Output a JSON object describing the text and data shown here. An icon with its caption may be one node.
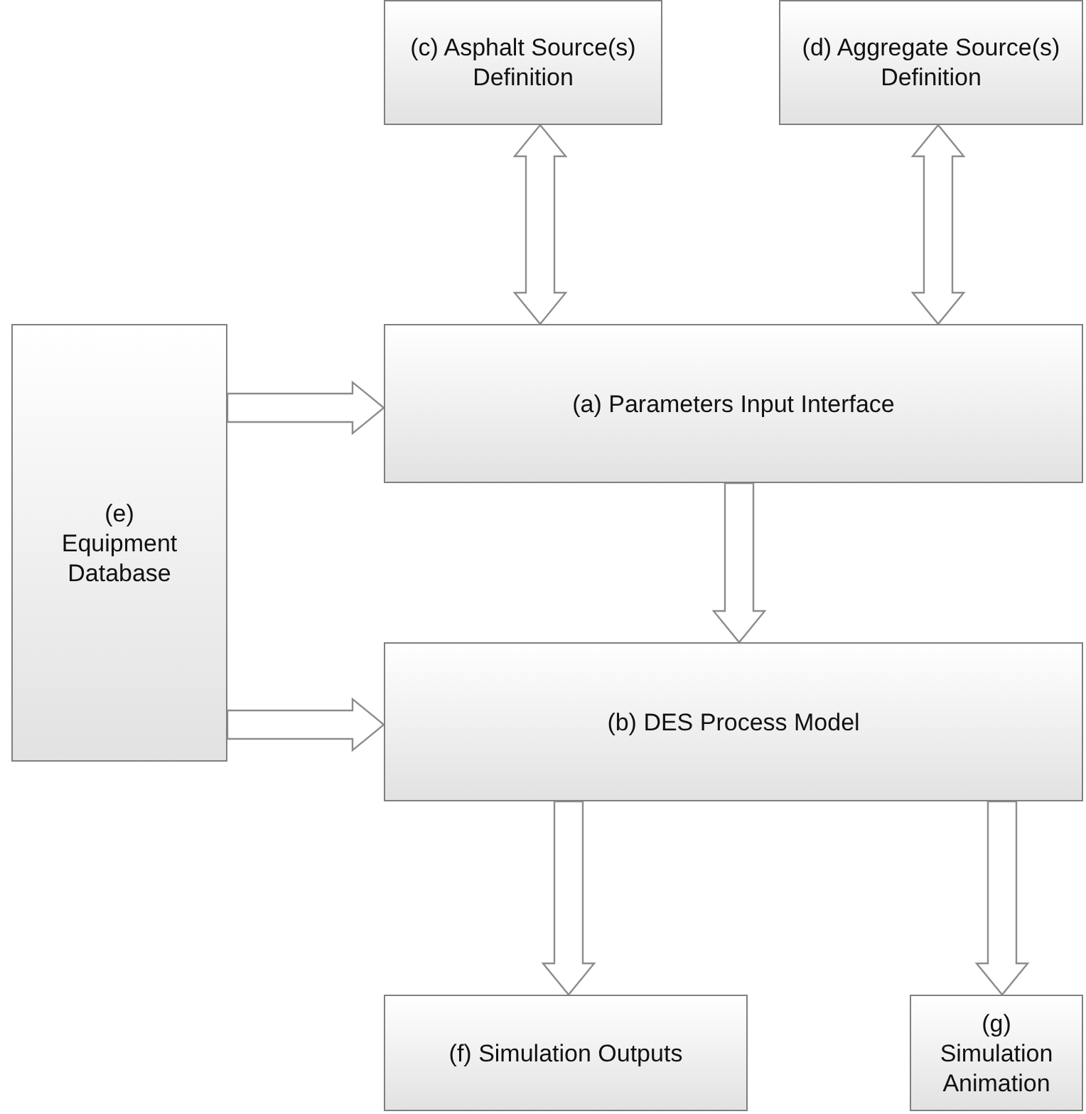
{
  "diagram": {
    "nodes": [
      {
        "text": [
          "(c) Asphalt Source(s) Definition"
        ]
      },
      {
        "text": [
          "(d) Aggregate Source(s) Definition"
        ]
      },
      {
        "text": [
          "(e) Equipment Database"
        ]
      },
      {
        "text": [
          "(a) Parameters Input Interface"
        ]
      },
      {
        "text": [
          "(b) DES Process Model"
        ]
      },
      {
        "text": [
          "(f) Simulation Outputs"
        ]
      },
      {
        "text": [
          "(g) Simulation Animation"
        ]
      }
    ],
    "edges": [
      {
        "from": 0,
        "to": 3,
        "arrow": "both"
      },
      {
        "from": 1,
        "to": 3,
        "arrow": "both"
      },
      {
        "from": 2,
        "to": 3,
        "arrow": "to"
      },
      {
        "from": 3,
        "to": 4,
        "arrow": "to"
      },
      {
        "from": 2,
        "to": 4,
        "arrow": "to"
      },
      {
        "from": 4,
        "to": 5,
        "arrow": "to"
      },
      {
        "from": 4,
        "to": 6,
        "arrow": "to"
      }
    ]
  }
}
